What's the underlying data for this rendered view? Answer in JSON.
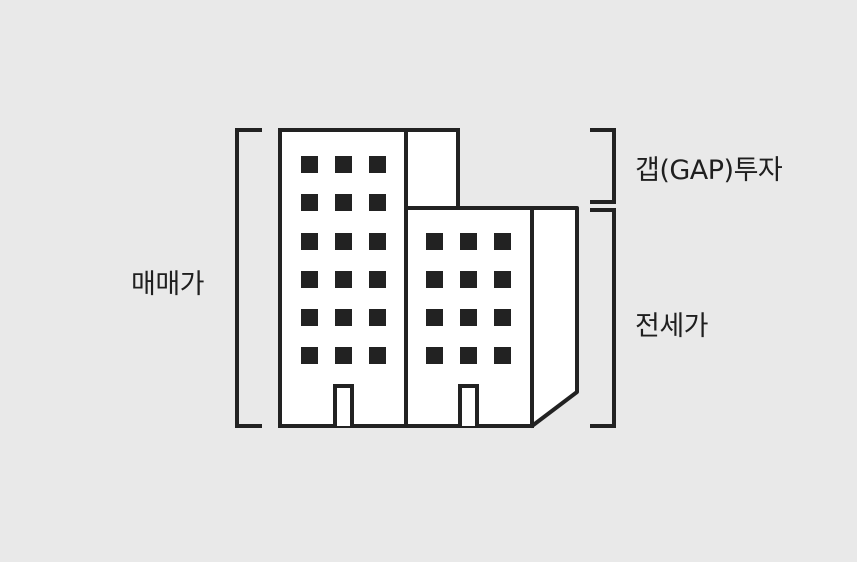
{
  "labels": {
    "sale_price": "매매가",
    "gap_investment": "갭(GAP)투자",
    "jeonse_price": "전세가"
  },
  "colors": {
    "background": "#e9e9e9",
    "line": "#222222",
    "fill": "#ffffff"
  },
  "icons": {
    "building": "building-icon"
  }
}
